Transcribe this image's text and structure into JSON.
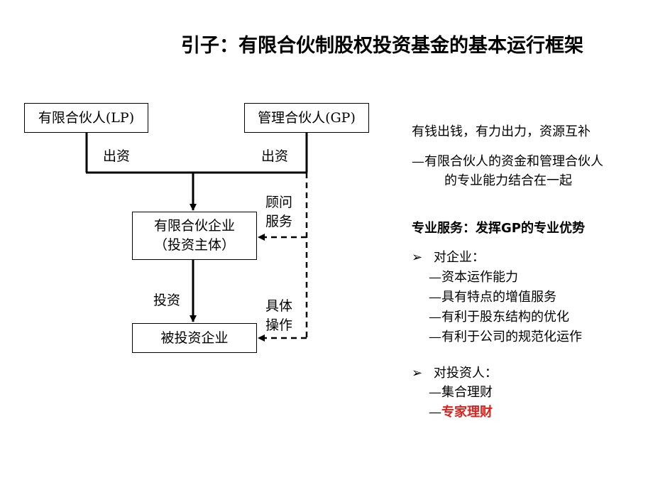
{
  "title": "引子：有限合伙制股权投资基金的基本运行框架",
  "diagram": {
    "lp_box": "有限合伙人(LP)",
    "gp_box": "管理合伙人(GP)",
    "fund_box_line1": "有限合伙企业",
    "fund_box_line2": "（投资主体）",
    "target_box": "被投资企业",
    "lp_contribute": "出资",
    "gp_contribute": "出资",
    "advisory_line1": "顾问",
    "advisory_line2": "服务",
    "invest": "投资",
    "operation_line1": "具体",
    "operation_line2": "操作"
  },
  "notes": {
    "slogan": "有钱出钱，有力出力，资源互补",
    "slogan_detail_line1": "—有限合伙人的资金和管理合伙人",
    "slogan_detail_line2": "的专业能力结合在一起",
    "service_heading": "专业服务：发挥GP的专业优势",
    "bullet_glyph": "➢",
    "for_enterprise": {
      "heading": "对企业：",
      "items": [
        "—资本运作能力",
        "—具有特点的增值服务",
        "—有利于股东结构的优化",
        "—有利于公司的规范化运作"
      ]
    },
    "for_investor": {
      "heading": "对投资人：",
      "items": [
        "—集合理财"
      ],
      "highlight_prefix": "—",
      "highlight": "专家理财",
      "highlight_color": "#e0201a"
    }
  }
}
